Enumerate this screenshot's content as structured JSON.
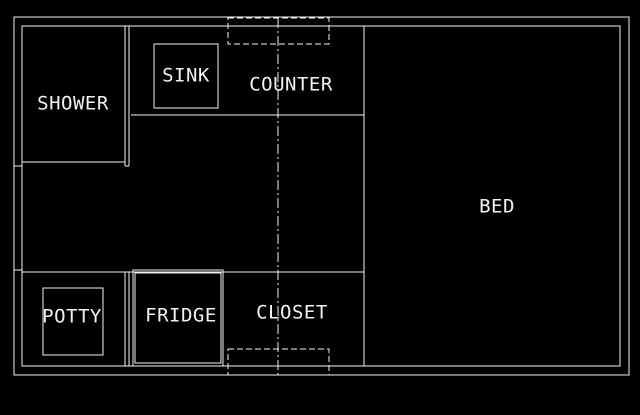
{
  "plan": {
    "labels": {
      "shower": "SHOWER",
      "sink": "SINK",
      "counter": "COUNTER",
      "bed": "BED",
      "potty": "POTTY",
      "fridge": "FRIDGE",
      "closet": "CLOSET"
    }
  },
  "colors": {
    "background": "#000000",
    "lines": "#f2f2f2"
  }
}
